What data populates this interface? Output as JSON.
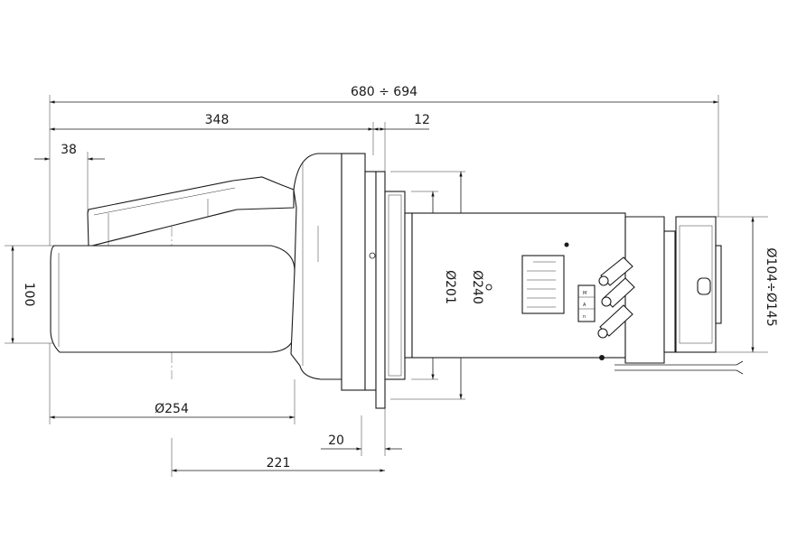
{
  "dimensions": {
    "overall_length": "680 ÷ 694",
    "flange_to_rear": "348",
    "flange_thickness": "12",
    "rear_offset": "38",
    "height": "100",
    "fan_diameter": "Ø254",
    "flange_inner_diameter": "Ø201",
    "flange_outer_diameter": "Ø240",
    "blast_tube_diameter": "Ø104÷Ø145",
    "flange_plate": "20",
    "flange_to_axis": "221"
  },
  "control_panel": {
    "buttons": [
      "M",
      "A",
      "n"
    ]
  }
}
